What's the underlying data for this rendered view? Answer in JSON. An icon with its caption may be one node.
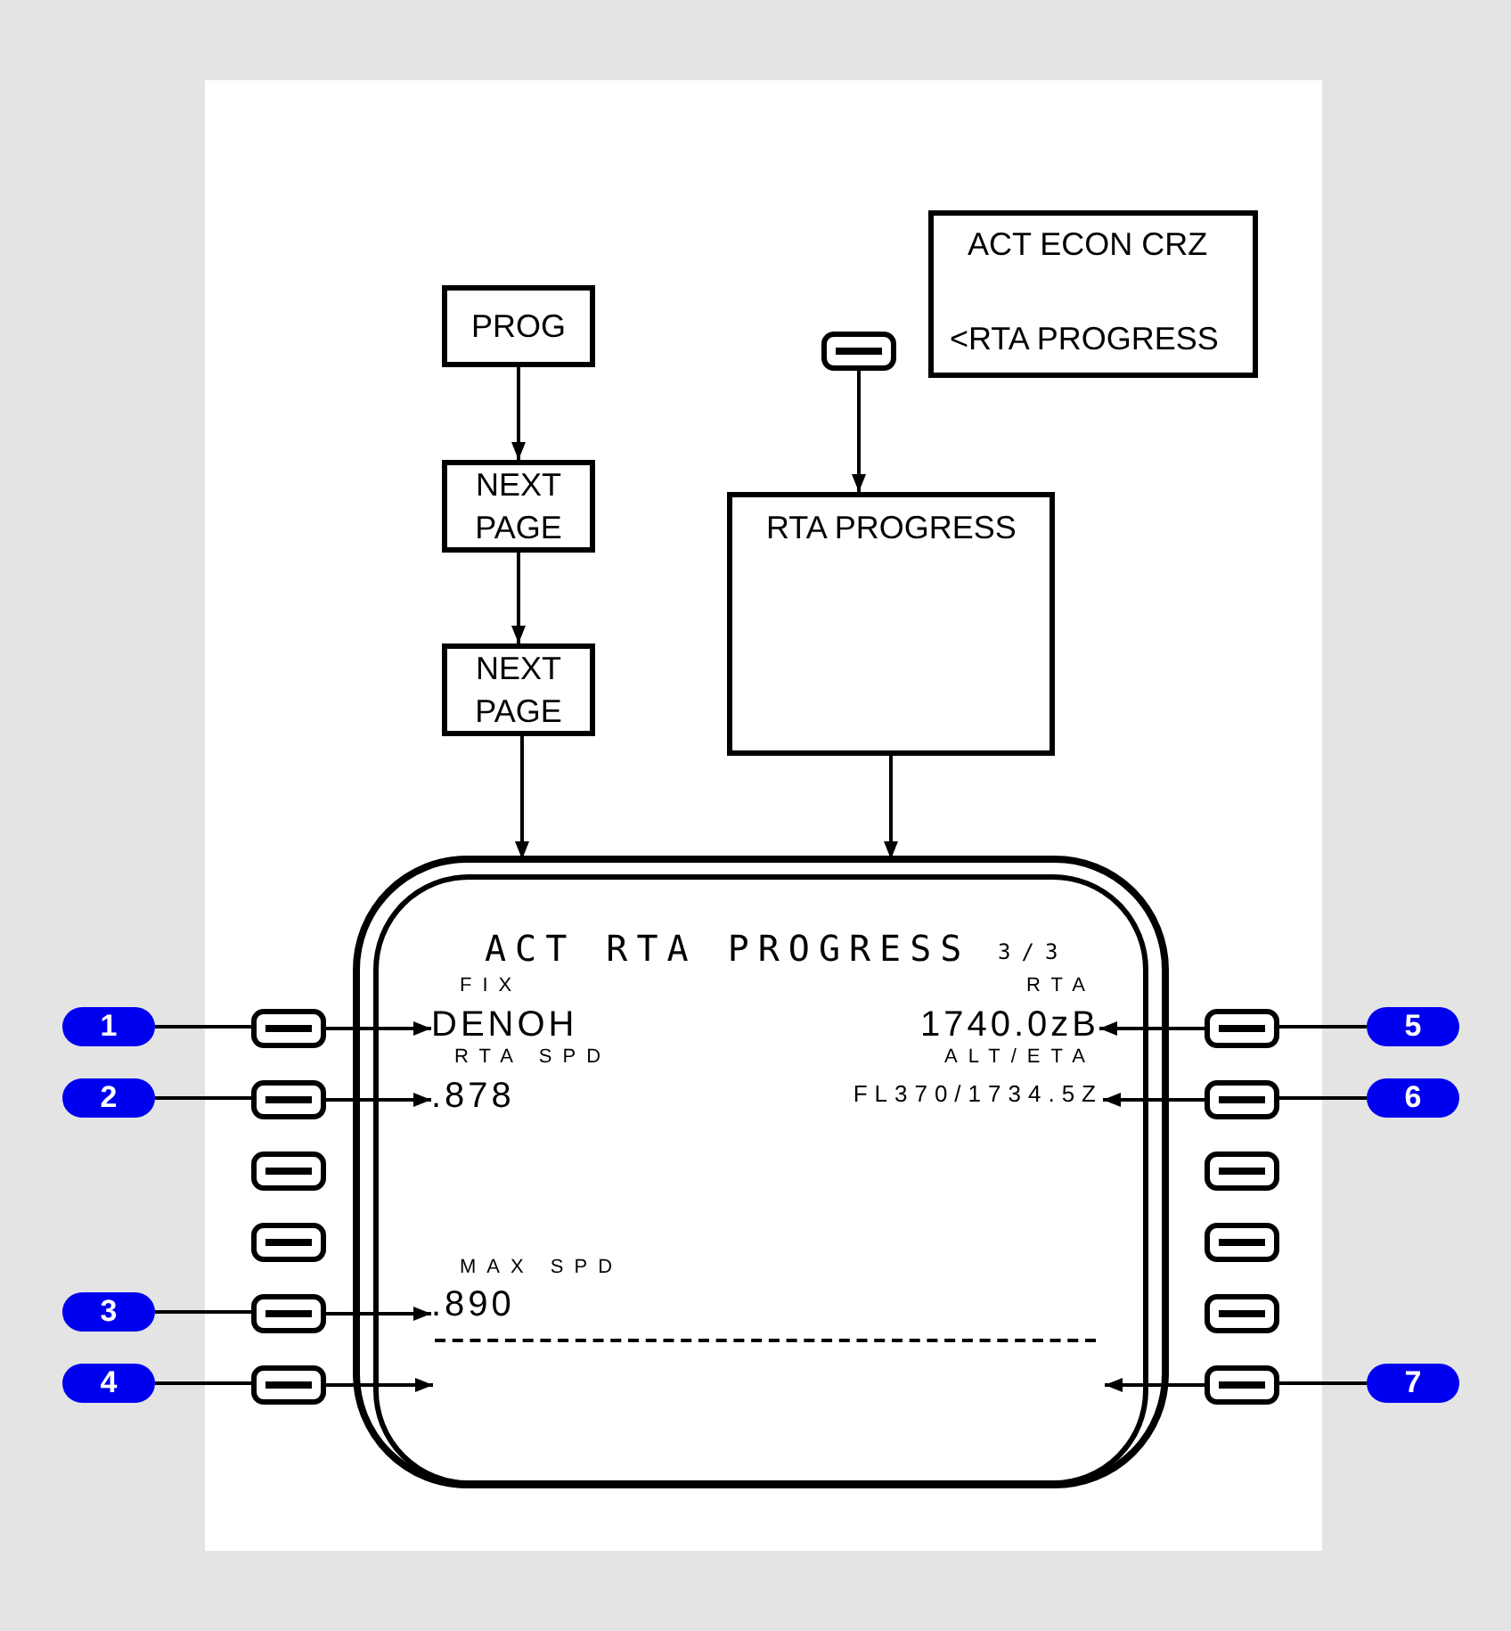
{
  "diagram": {
    "nodes": [
      {
        "text": [
          "ACT ECON CRZ",
          "<RTA PROGRESS"
        ]
      },
      {
        "text": [
          "PROG"
        ]
      },
      {
        "text": [],
        "shape": "key"
      },
      {
        "text": [
          "NEXT PAGE"
        ]
      },
      {
        "text": [
          "RTA PROGRESS"
        ]
      },
      {
        "text": [
          "NEXT PAGE"
        ]
      },
      {
        "text": [
          "ACT RTA PROGRESS",
          "3/3"
        ]
      },
      {
        "text": [
          "DENOH"
        ],
        "in": 6
      },
      {
        "text": [
          "1740.0zB"
        ],
        "in": 6
      },
      {
        "text": [
          ".878"
        ],
        "in": 6
      },
      {
        "text": [
          "FL370/1734.5Z"
        ],
        "in": 6
      },
      {
        "text": [
          ".890"
        ],
        "in": 6
      },
      {
        "text": [],
        "shape": "key"
      },
      {
        "text": [],
        "shape": "key"
      },
      {
        "text": [],
        "shape": "key"
      },
      {
        "text": [],
        "shape": "key"
      },
      {
        "text": [],
        "shape": "key"
      },
      {
        "text": [],
        "shape": "key"
      },
      {
        "text": [],
        "shape": "key"
      },
      {
        "text": [],
        "shape": "key"
      },
      {
        "text": [],
        "shape": "key"
      },
      {
        "text": [],
        "shape": "key"
      },
      {
        "text": [],
        "shape": "key"
      },
      {
        "text": [],
        "shape": "key"
      },
      {
        "text": [
          "1"
        ]
      },
      {
        "text": [
          "2"
        ]
      },
      {
        "text": [
          "3"
        ]
      },
      {
        "text": [
          "4"
        ]
      },
      {
        "text": [
          "5"
        ]
      },
      {
        "text": [
          "6"
        ]
      },
      {
        "text": [
          "7"
        ]
      }
    ],
    "edges": [
      {
        "from": 1,
        "to": 3,
        "arrow": "to"
      },
      {
        "from": 3,
        "to": 5,
        "arrow": "to"
      },
      {
        "from": 5,
        "to": 6,
        "arrow": "to"
      },
      {
        "from": 2,
        "to": 4,
        "arrow": "to"
      },
      {
        "from": 4,
        "to": 6,
        "arrow": "to"
      },
      {
        "from": 24,
        "to": 12,
        "arrow": "none"
      },
      {
        "from": 12,
        "to": 7,
        "arrow": "to"
      },
      {
        "from": 25,
        "to": 13,
        "arrow": "none"
      },
      {
        "from": 13,
        "to": 9,
        "arrow": "to"
      },
      {
        "from": 26,
        "to": 16,
        "arrow": "none"
      },
      {
        "from": 16,
        "to": 11,
        "arrow": "to"
      },
      {
        "from": 27,
        "to": 17,
        "arrow": "none"
      },
      {
        "from": 17,
        "to": null,
        "arrow": "to"
      },
      {
        "from": 28,
        "to": 18,
        "arrow": "none"
      },
      {
        "from": 18,
        "to": 8,
        "arrow": "to"
      },
      {
        "from": 29,
        "to": 19,
        "arrow": "none"
      },
      {
        "from": 19,
        "to": 10,
        "arrow": "to"
      },
      {
        "from": 30,
        "to": 23,
        "arrow": "none"
      },
      {
        "from": 23,
        "to": null,
        "arrow": "to"
      }
    ],
    "labels": [
      "FIX",
      "RTA",
      "RTA SPD",
      "ALT/ETA",
      "MAX SPD"
    ]
  }
}
